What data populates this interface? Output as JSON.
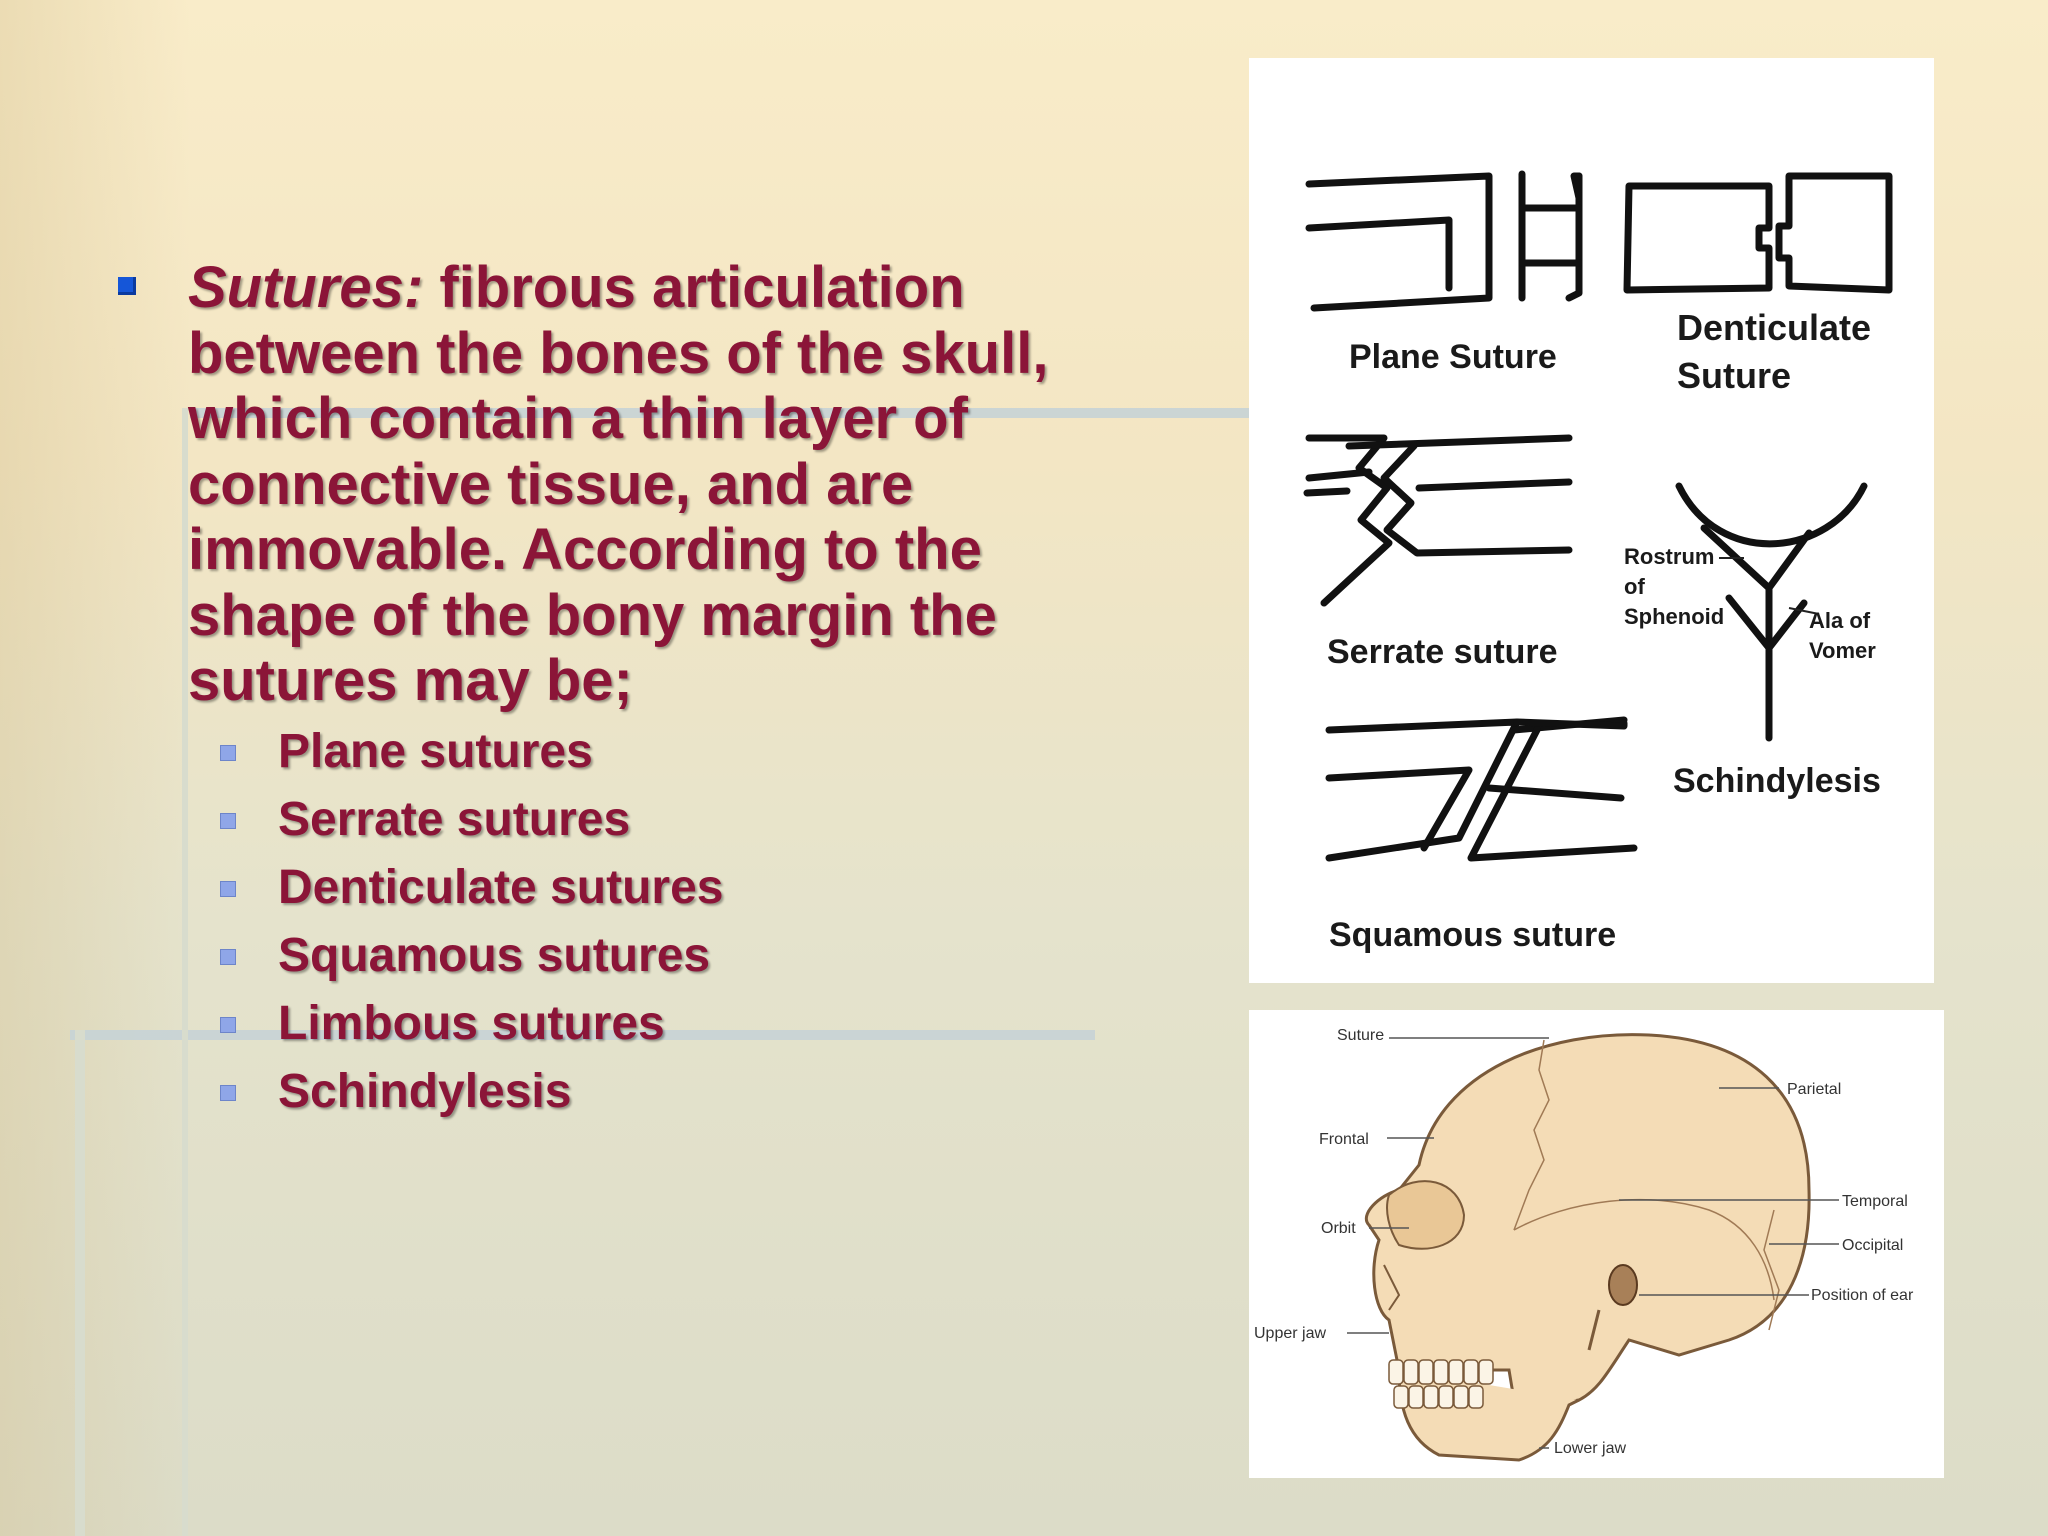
{
  "slide": {
    "term": "Sutures:",
    "definition": " fibrous articulation between the bones of the skull, which contain a thin layer of connective tissue, and are immovable. According to the shape of the bony margin the sutures may be;",
    "sub_bullets": [
      "Plane sutures",
      "Serrate sutures",
      "Denticulate sutures",
      "Squamous sutures",
      "Limbous sutures",
      "Schindylesis"
    ]
  },
  "suture_diagram": {
    "plane": "Plane Suture",
    "denticulate_1": "Denticulate",
    "denticulate_2": "Suture",
    "serrate": "Serrate suture",
    "rostrum_1": "Rostrum",
    "rostrum_2": "of",
    "rostrum_3": "Sphenoid",
    "ala_1": "Ala of",
    "ala_2": "Vomer",
    "schindylesis": "Schindylesis",
    "squamous": "Squamous suture"
  },
  "skull_diagram": {
    "suture": "Suture",
    "parietal": "Parietal",
    "frontal": "Frontal",
    "temporal": "Temporal",
    "orbit": "Orbit",
    "occipital": "Occipital",
    "ear": "Position of ear",
    "upper_jaw": "Upper jaw",
    "lower_jaw": "Lower jaw"
  },
  "colors": {
    "text": "#8b1538",
    "main_bullet": "#1556d8",
    "sub_bullet": "#8fa6e8"
  }
}
